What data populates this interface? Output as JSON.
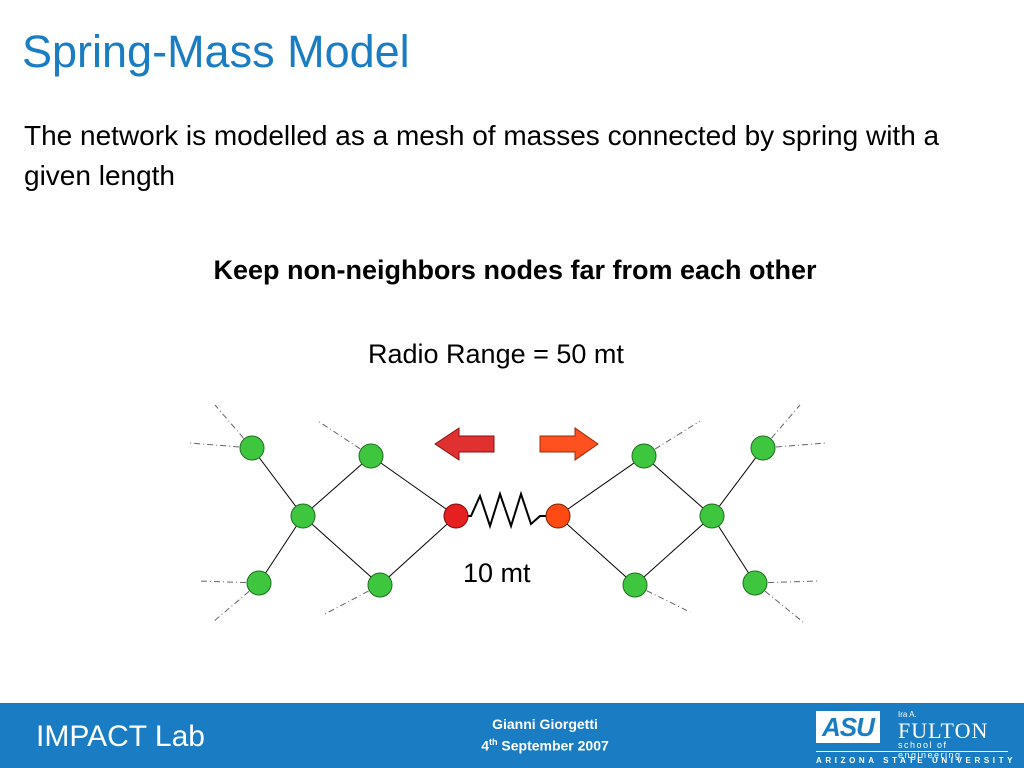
{
  "slide": {
    "title": "Spring-Mass Model",
    "intro": "The network is modelled as a mesh of masses connected by spring with a given length",
    "emphasis": "Keep non-neighbors nodes far from each other"
  },
  "diagram": {
    "radio_range_label": "Radio Range = 50 mt",
    "distance_label": "10 mt",
    "colors": {
      "neighbor_node": "#3fc63f",
      "repelled_node": "#e62020",
      "repelled_node_right": "#ff4a14",
      "arrow_left": "#e03030",
      "arrow_right": "#ff5020",
      "edge": "#000000",
      "dashed_link": "#666666"
    }
  },
  "footer": {
    "lab_name": "IMPACT Lab",
    "author_name": "Gianni Giorgetti",
    "date_day": "4",
    "date_suffix": "th",
    "date_rest": " September 2007",
    "logo": {
      "asu": "ASU",
      "ira": "Ira A.",
      "fulton": "FULTON",
      "school": "school of engineering",
      "university": "ARIZONA STATE UNIVERSITY"
    },
    "background_color": "#1a7cc2"
  }
}
